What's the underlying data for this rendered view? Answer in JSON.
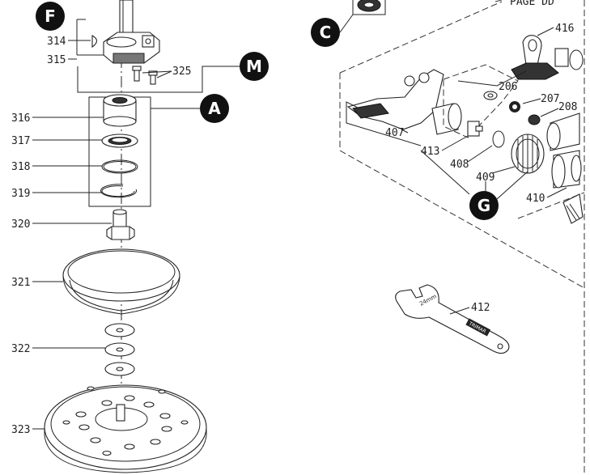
{
  "callouts": {
    "F": "F",
    "M": "M",
    "A": "A",
    "C": "C",
    "G": "G"
  },
  "parts": {
    "p314": "314",
    "p315": "315",
    "p325": "325",
    "p316": "316",
    "p317": "317",
    "p318": "318",
    "p319": "319",
    "p320": "320",
    "p321": "321",
    "p322": "322",
    "p323": "323",
    "p416": "416",
    "p206": "206",
    "p207": "207",
    "p208": "208",
    "p407": "407",
    "p413": "413",
    "p408": "408",
    "p409": "409",
    "p410": "410",
    "p412": "412"
  },
  "header_fragment": "PAGE DD",
  "wrench_brand": "TRIMAR",
  "wrench_size": "24mm"
}
